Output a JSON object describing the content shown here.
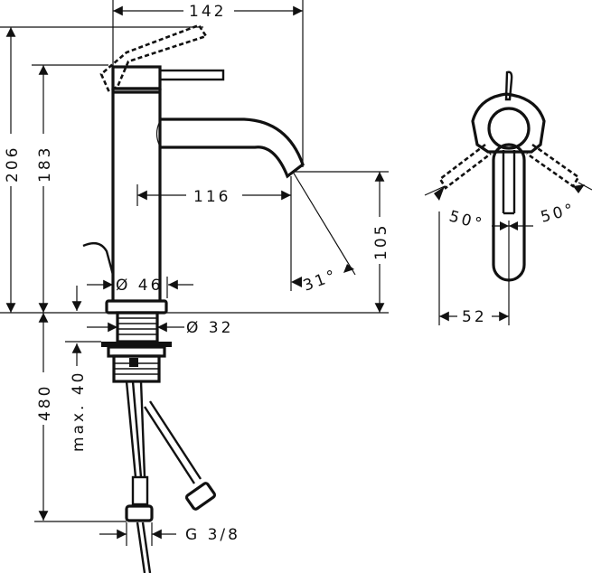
{
  "drawing": {
    "title": "Basin mixer dimension drawing",
    "line_color": "#111111",
    "background": "#ffffff",
    "views": [
      "side-view",
      "top-view"
    ]
  },
  "dimensions": {
    "overall_width": "142",
    "overall_height": "206",
    "body_height": "183",
    "spout_reach": "116",
    "spout_height": "105",
    "spout_angle": "31°",
    "body_diameter": "Ø 46",
    "shank_diameter": "Ø 32",
    "max_counter_thickness": "max. 40",
    "hose_length": "480",
    "hose_connection": "G 3/8",
    "handle_rotation_left": "50°",
    "handle_rotation_right": "50°",
    "handle_offset": "52"
  }
}
